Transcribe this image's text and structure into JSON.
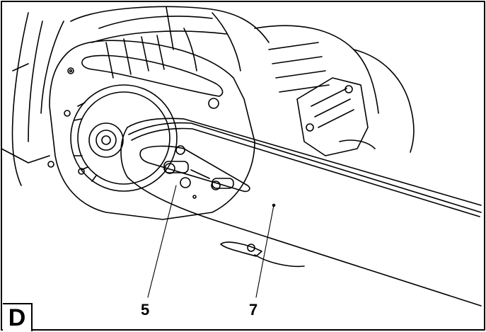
{
  "figure": {
    "panel_label": "D",
    "callouts": [
      {
        "id": "5"
      },
      {
        "id": "7"
      }
    ]
  },
  "colors": {
    "ink": "#000000",
    "paper": "#ffffff"
  }
}
